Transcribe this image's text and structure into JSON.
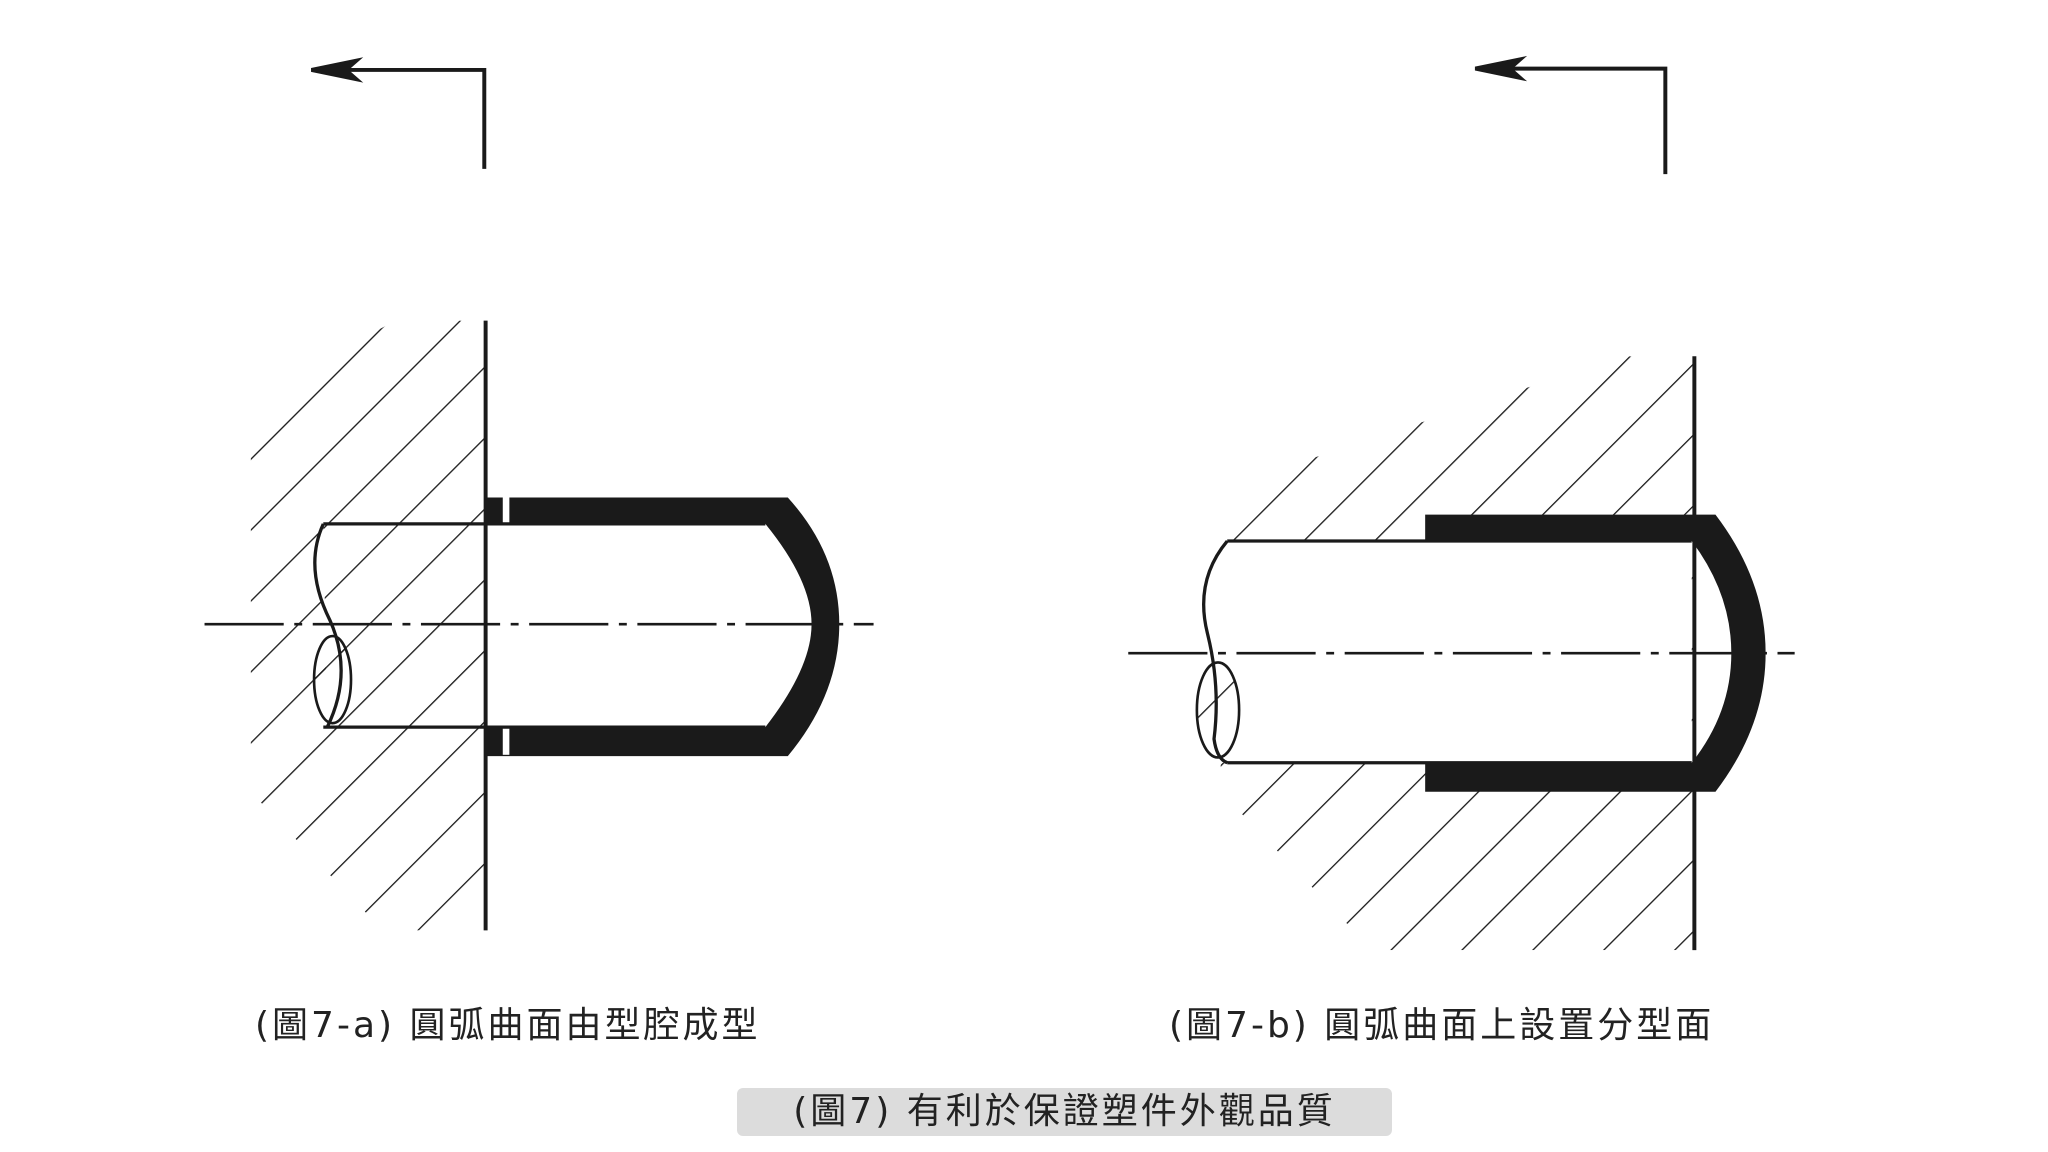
{
  "figures": [
    {
      "caption": "(圖7-a) 圓弧曲面由型腔成型"
    },
    {
      "caption": "(圖7-b) 圓弧曲面上設置分型面"
    }
  ],
  "main_caption": "(圖7) 有利於保證塑件外觀品質",
  "colors": {
    "line": "#1a1a1a",
    "caption_bg": "#dcdcdc"
  }
}
